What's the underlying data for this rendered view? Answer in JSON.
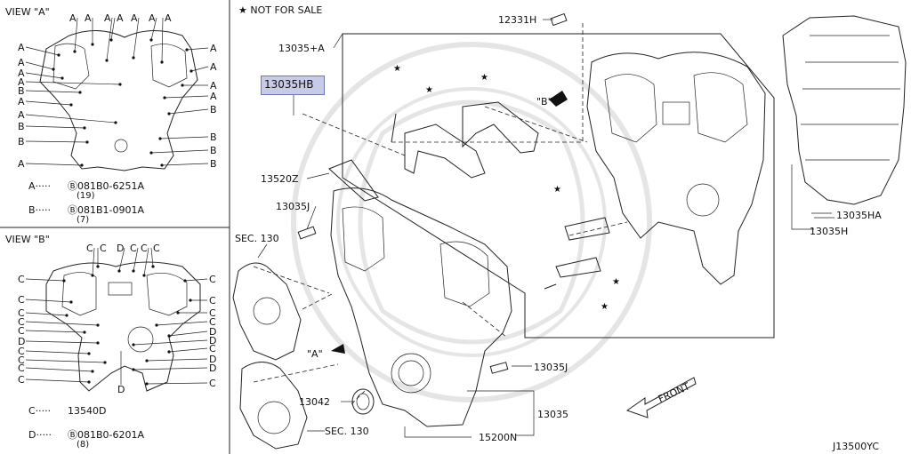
{
  "view_a": {
    "title": "VIEW \"A\"",
    "top_labels": [
      "A",
      "A",
      "A",
      "A",
      "A",
      "A",
      "A"
    ],
    "left_labels": [
      "A",
      "A",
      "A",
      "A",
      "B",
      "A",
      "A",
      "B",
      "B",
      "A"
    ],
    "right_labels": [
      "A",
      "A",
      "A",
      "A",
      "B",
      "B",
      "B",
      "B"
    ],
    "legend": [
      {
        "key": "A",
        "dots": "A·····",
        "part": "Ⓑ081B0-6251A",
        "qty": "(19)"
      },
      {
        "key": "B",
        "dots": "B·····",
        "part": "Ⓑ081B1-0901A",
        "qty": "(7)"
      }
    ]
  },
  "view_b": {
    "title": "VIEW \"B\"",
    "top_labels": [
      "C",
      "C",
      "D",
      "C",
      "C",
      "C"
    ],
    "left_labels": [
      "C",
      "C",
      "C",
      "C",
      "C",
      "D",
      "C",
      "C",
      "C",
      "C"
    ],
    "right_labels": [
      "C",
      "C",
      "C",
      "C",
      "D",
      "D",
      "C",
      "D",
      "D",
      "C"
    ],
    "bottom_label": "D",
    "legend": [
      {
        "dots": "C·····",
        "part": "13540D",
        "qty": ""
      },
      {
        "dots": "D·····",
        "part": "Ⓑ081B0-6201A",
        "qty": "(8)"
      }
    ]
  },
  "main": {
    "note": "★ NOT FOR SALE",
    "callouts": {
      "p12331H": "12331H",
      "p13035A": "13035+A",
      "p13035HB": "13035HB",
      "p13520Z": "13520Z",
      "p13035J_top": "13035J",
      "sec130_top": "SEC. 130",
      "p13035J_right": "13035J",
      "p13042": "13042",
      "p13035": "13035",
      "sec130_bottom": "SEC. 130",
      "p15200N": "15200N",
      "p13035HA": "13035HA",
      "p13035H": "13035H",
      "view_a_marker": "\"A\"",
      "view_b_marker": "\"B\"",
      "front": "FRONT",
      "code": "J13500YC"
    }
  }
}
